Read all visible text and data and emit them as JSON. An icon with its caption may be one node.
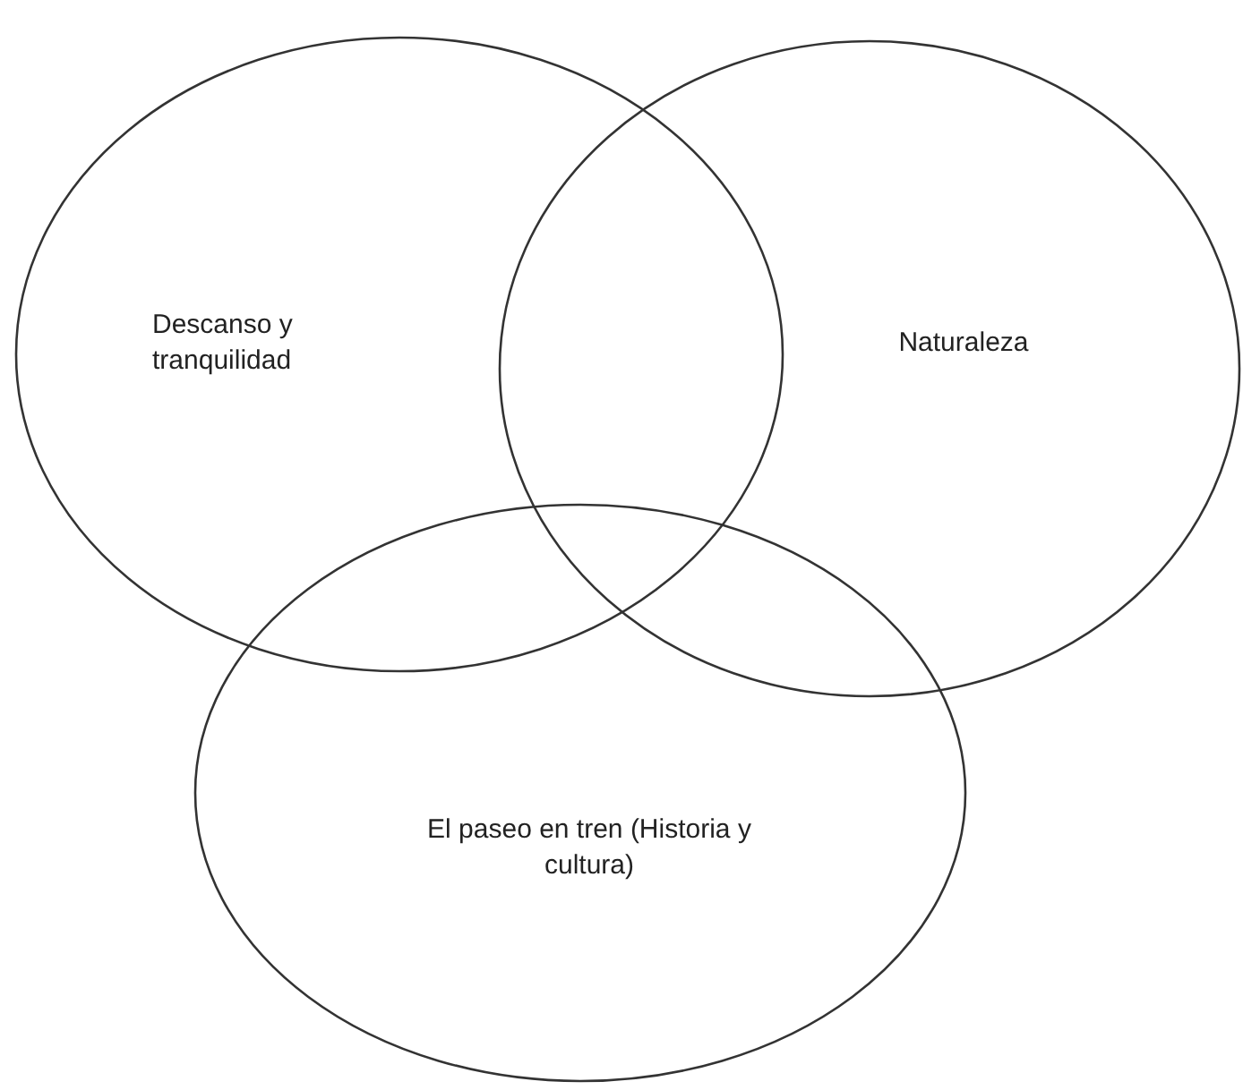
{
  "diagram": {
    "nodes": [
      {
        "text": [
          "Descanso y tranquilidad"
        ]
      },
      {
        "text": [
          "Naturaleza"
        ]
      },
      {
        "text": [
          "El paseo en tren (Historia y cultura)"
        ]
      }
    ]
  }
}
